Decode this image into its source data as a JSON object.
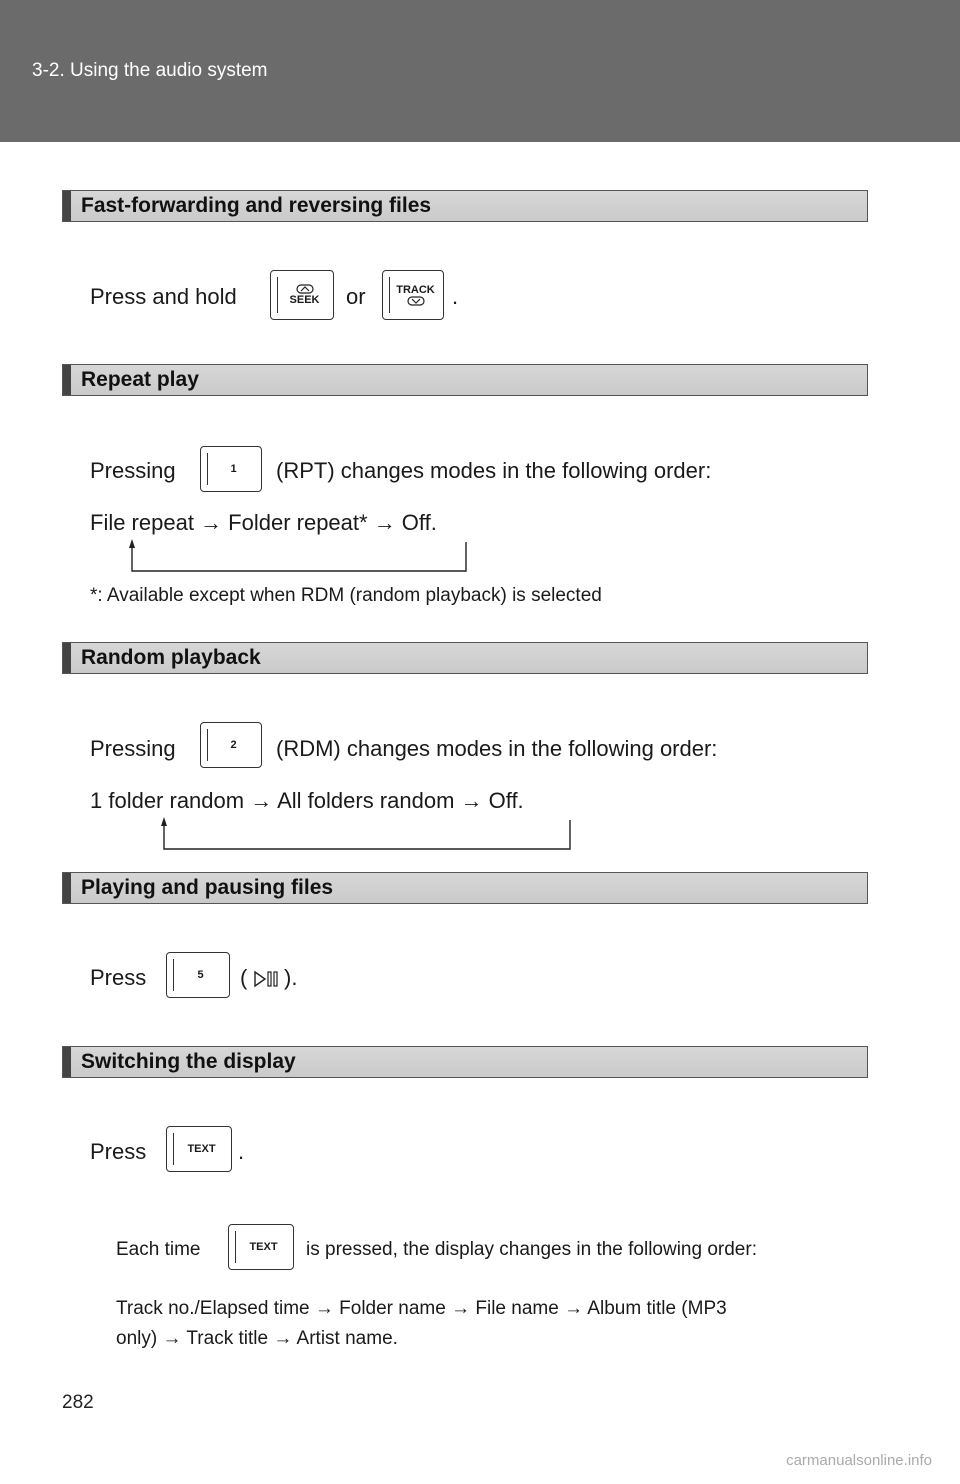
{
  "header": {
    "section": "3-2. Using the audio system"
  },
  "sections": [
    {
      "title": "Fast-forwarding and reversing files"
    },
    {
      "title": "Repeat play"
    },
    {
      "title": "Random playback"
    },
    {
      "title": "Playing and pausing files"
    },
    {
      "title": "Switching the display"
    }
  ],
  "fast": {
    "pre": "Press and hold",
    "mid": "or",
    "end": ".",
    "key1": "SEEK",
    "key2": "TRACK"
  },
  "repeat": {
    "pre": "Pressing",
    "key": "1",
    "post": "(RPT) changes modes in the following order:",
    "order": "File repeat → Folder repeat* → Off.",
    "note": "*:  Available except when RDM (random playback) is selected"
  },
  "random": {
    "pre": "Pressing",
    "key": "2",
    "post": "(RDM) changes modes in the following order:",
    "order": "1 folder random → All folders random → Off."
  },
  "play": {
    "pre": "Press",
    "key": "5",
    "open": "(",
    "close": ")."
  },
  "display": {
    "pre": "Press",
    "key": "TEXT",
    "end": ".",
    "each_pre": "Each time",
    "each_post": "is pressed, the display changes in the following order:",
    "order1": "Track no./Elapsed time → Folder name → File name → Album title (MP3",
    "order2": "only) → Track title → Artist name."
  },
  "footer": {
    "page": "282",
    "watermark": "carmanualsonline.info"
  },
  "icons": [
    "seek-icon",
    "track-icon",
    "play-pause-icon",
    "loop-arrow-icon"
  ]
}
